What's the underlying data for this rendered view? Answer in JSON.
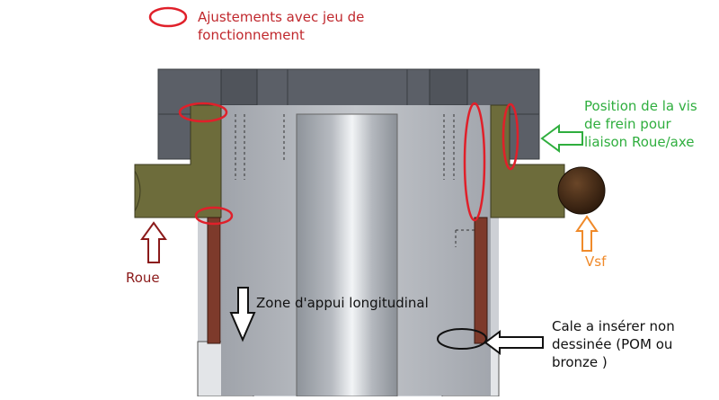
{
  "legend": {
    "text": "Ajustements avec jeu de\nfonctionnement"
  },
  "labels": {
    "position_vis": "Position de la vis\nde frein pour\nliaison Roue/axe",
    "roue": "Roue",
    "vsf": "Vsf",
    "zone_appui": "Zone d'appui longitudinal",
    "cale": "Cale a insérer non\ndessinée (POM ou\nbronze )"
  },
  "colors": {
    "legend_text": "#c0282d",
    "ellipse": "#e0202a",
    "roue": "#8b1a1a",
    "vsf": "#f08a2a",
    "position_vis": "#2fae3e",
    "black": "#111111",
    "wheel_part": "#6b6a3a",
    "dark_part": "#5c6068",
    "light_part": "#c9ccd1",
    "shaft": "#aeb2b8",
    "cale": "#7a3a2a",
    "ball": "#3b2514"
  }
}
